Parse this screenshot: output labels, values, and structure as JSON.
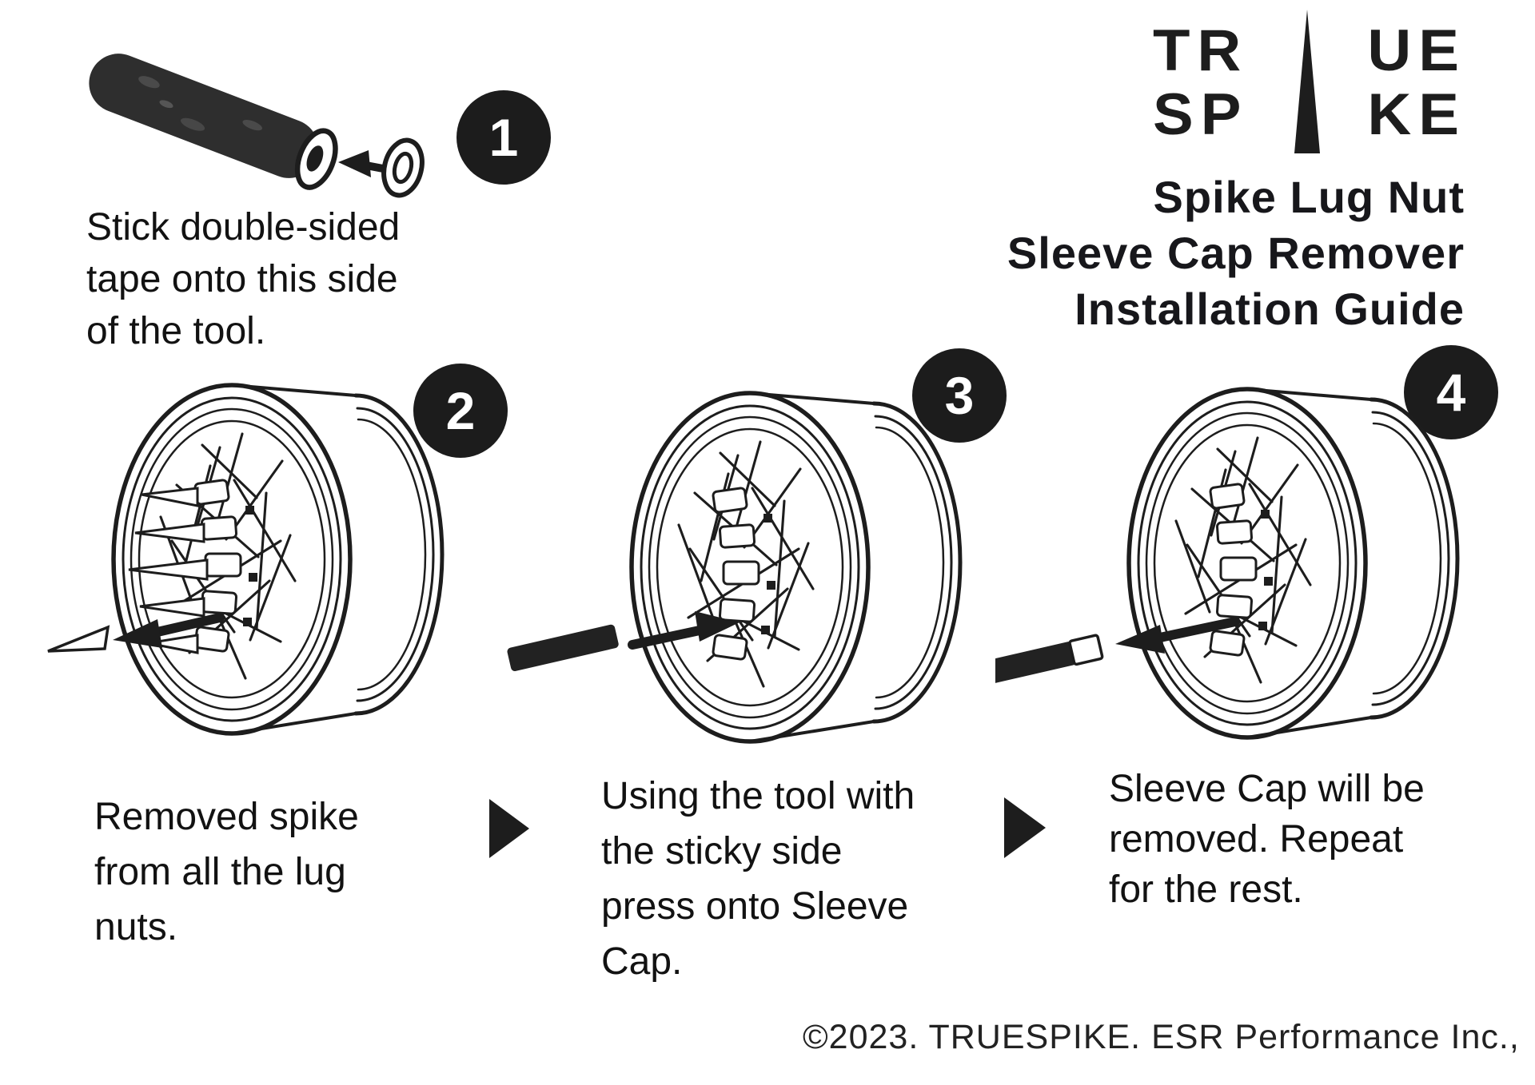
{
  "colors": {
    "ink": "#1d1d1d",
    "paper": "#ffffff"
  },
  "logo": {
    "row1": [
      "TR",
      "UE"
    ],
    "row2": [
      "SP",
      "KE"
    ]
  },
  "title": {
    "lines": [
      "Spike Lug Nut",
      "Sleeve Cap Remover",
      "Installation Guide"
    ]
  },
  "steps": [
    {
      "number": "1",
      "lines": [
        "Stick double-sided",
        "tape onto this side",
        "of the tool."
      ]
    },
    {
      "number": "2",
      "lines": [
        "Removed spike",
        "from all the lug",
        "nuts."
      ]
    },
    {
      "number": "3",
      "lines": [
        "Using the tool with",
        "the sticky side",
        "press onto Sleeve",
        "Cap."
      ]
    },
    {
      "number": "4",
      "lines": [
        "Sleeve Cap will be",
        "removed. Repeat",
        "for the rest."
      ]
    }
  ],
  "footer": {
    "copyright": "©2023. TRUESPIKE. ESR Performance Inc.,"
  }
}
